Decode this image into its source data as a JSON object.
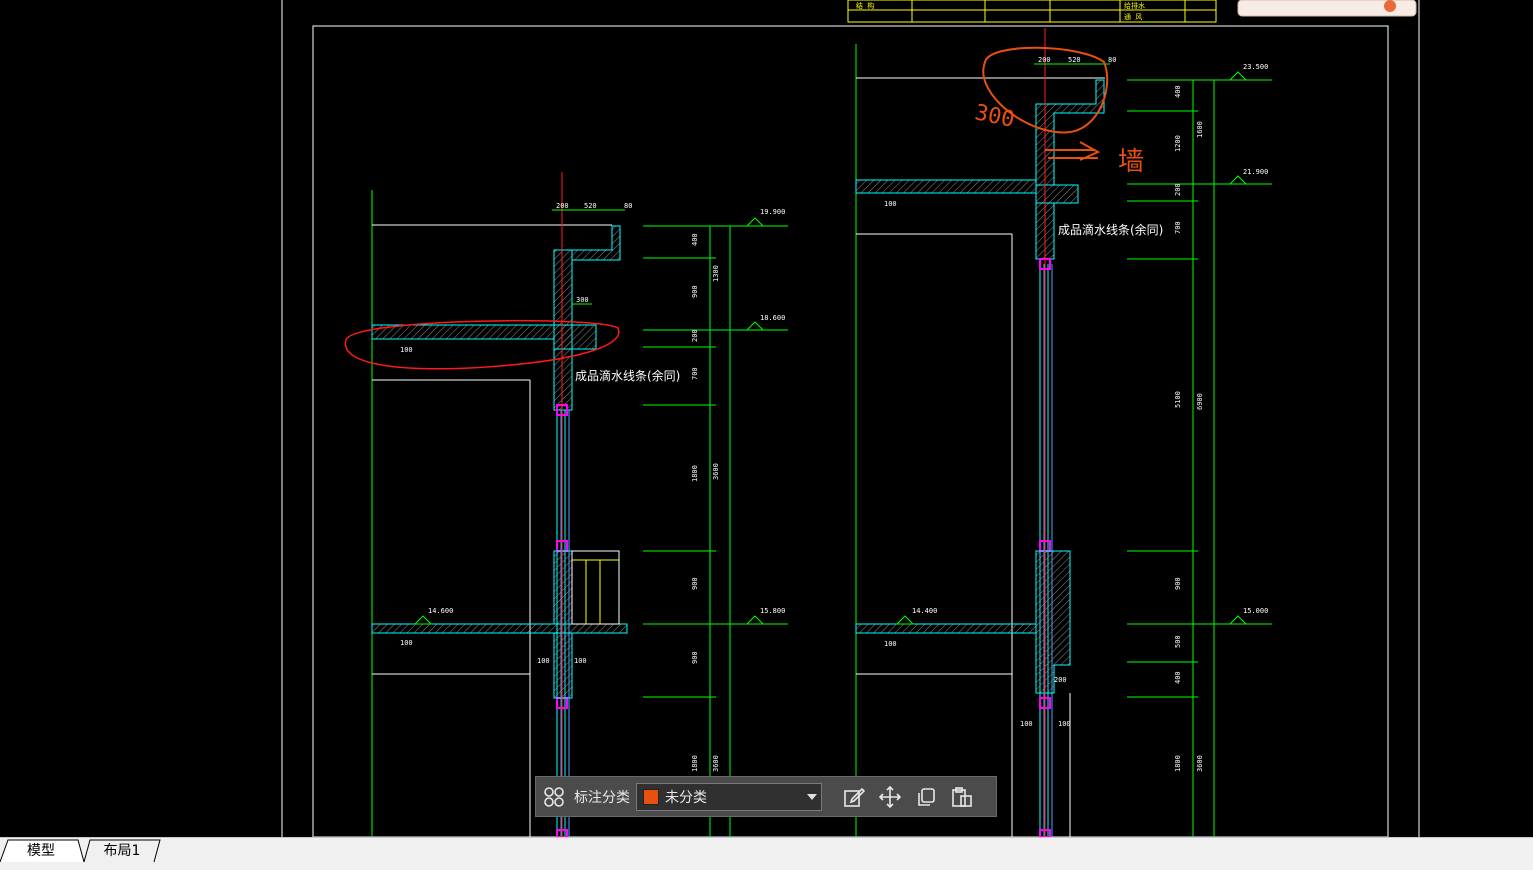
{
  "toolbar": {
    "grid_icon": "grid-icon",
    "category_label": "标注分类",
    "category_value": "未分类",
    "category_color": "#e8500f",
    "edit_icon": "edit-icon",
    "move_icon": "move-icon",
    "copy_icon": "copy-icon",
    "paste_icon": "paste-icon"
  },
  "tabs": [
    {
      "label": "模型",
      "active": true
    },
    {
      "label": "布局1",
      "active": false
    }
  ],
  "drawing": {
    "title_block": {
      "t1": "结 构",
      "t2": "给排水",
      "t3": "通 风"
    },
    "left_section": {
      "top_dims": [
        "200",
        "520",
        "80"
      ],
      "step_dim": "300",
      "slab_dim": "100",
      "note": "成品滴水线条(余同)",
      "levels": [
        "19.900",
        "18.600",
        "15.800",
        "14.600"
      ],
      "vdims_inner": [
        "400",
        "900",
        "200",
        "700",
        "1800",
        "900",
        "900",
        "1800"
      ],
      "vdims_outer": [
        "1300",
        "3600",
        "3600"
      ],
      "wall_dims": [
        "100",
        "100"
      ]
    },
    "right_section": {
      "top_dims": [
        "200",
        "520",
        "80"
      ],
      "slab_dim": "100",
      "note": "成品滴水线条(余同)",
      "levels": [
        "23.500",
        "21.900",
        "15.000",
        "14.400"
      ],
      "vdims_inner": [
        "400",
        "1200",
        "200",
        "700",
        "5100",
        "900",
        "500",
        "400",
        "1800"
      ],
      "vdims_outer": [
        "1600",
        "6900",
        "3600"
      ],
      "wall_dims": [
        "100",
        "100",
        "200"
      ]
    },
    "annotations": {
      "handwritten_left": "300",
      "handwritten_right": "墙"
    }
  }
}
